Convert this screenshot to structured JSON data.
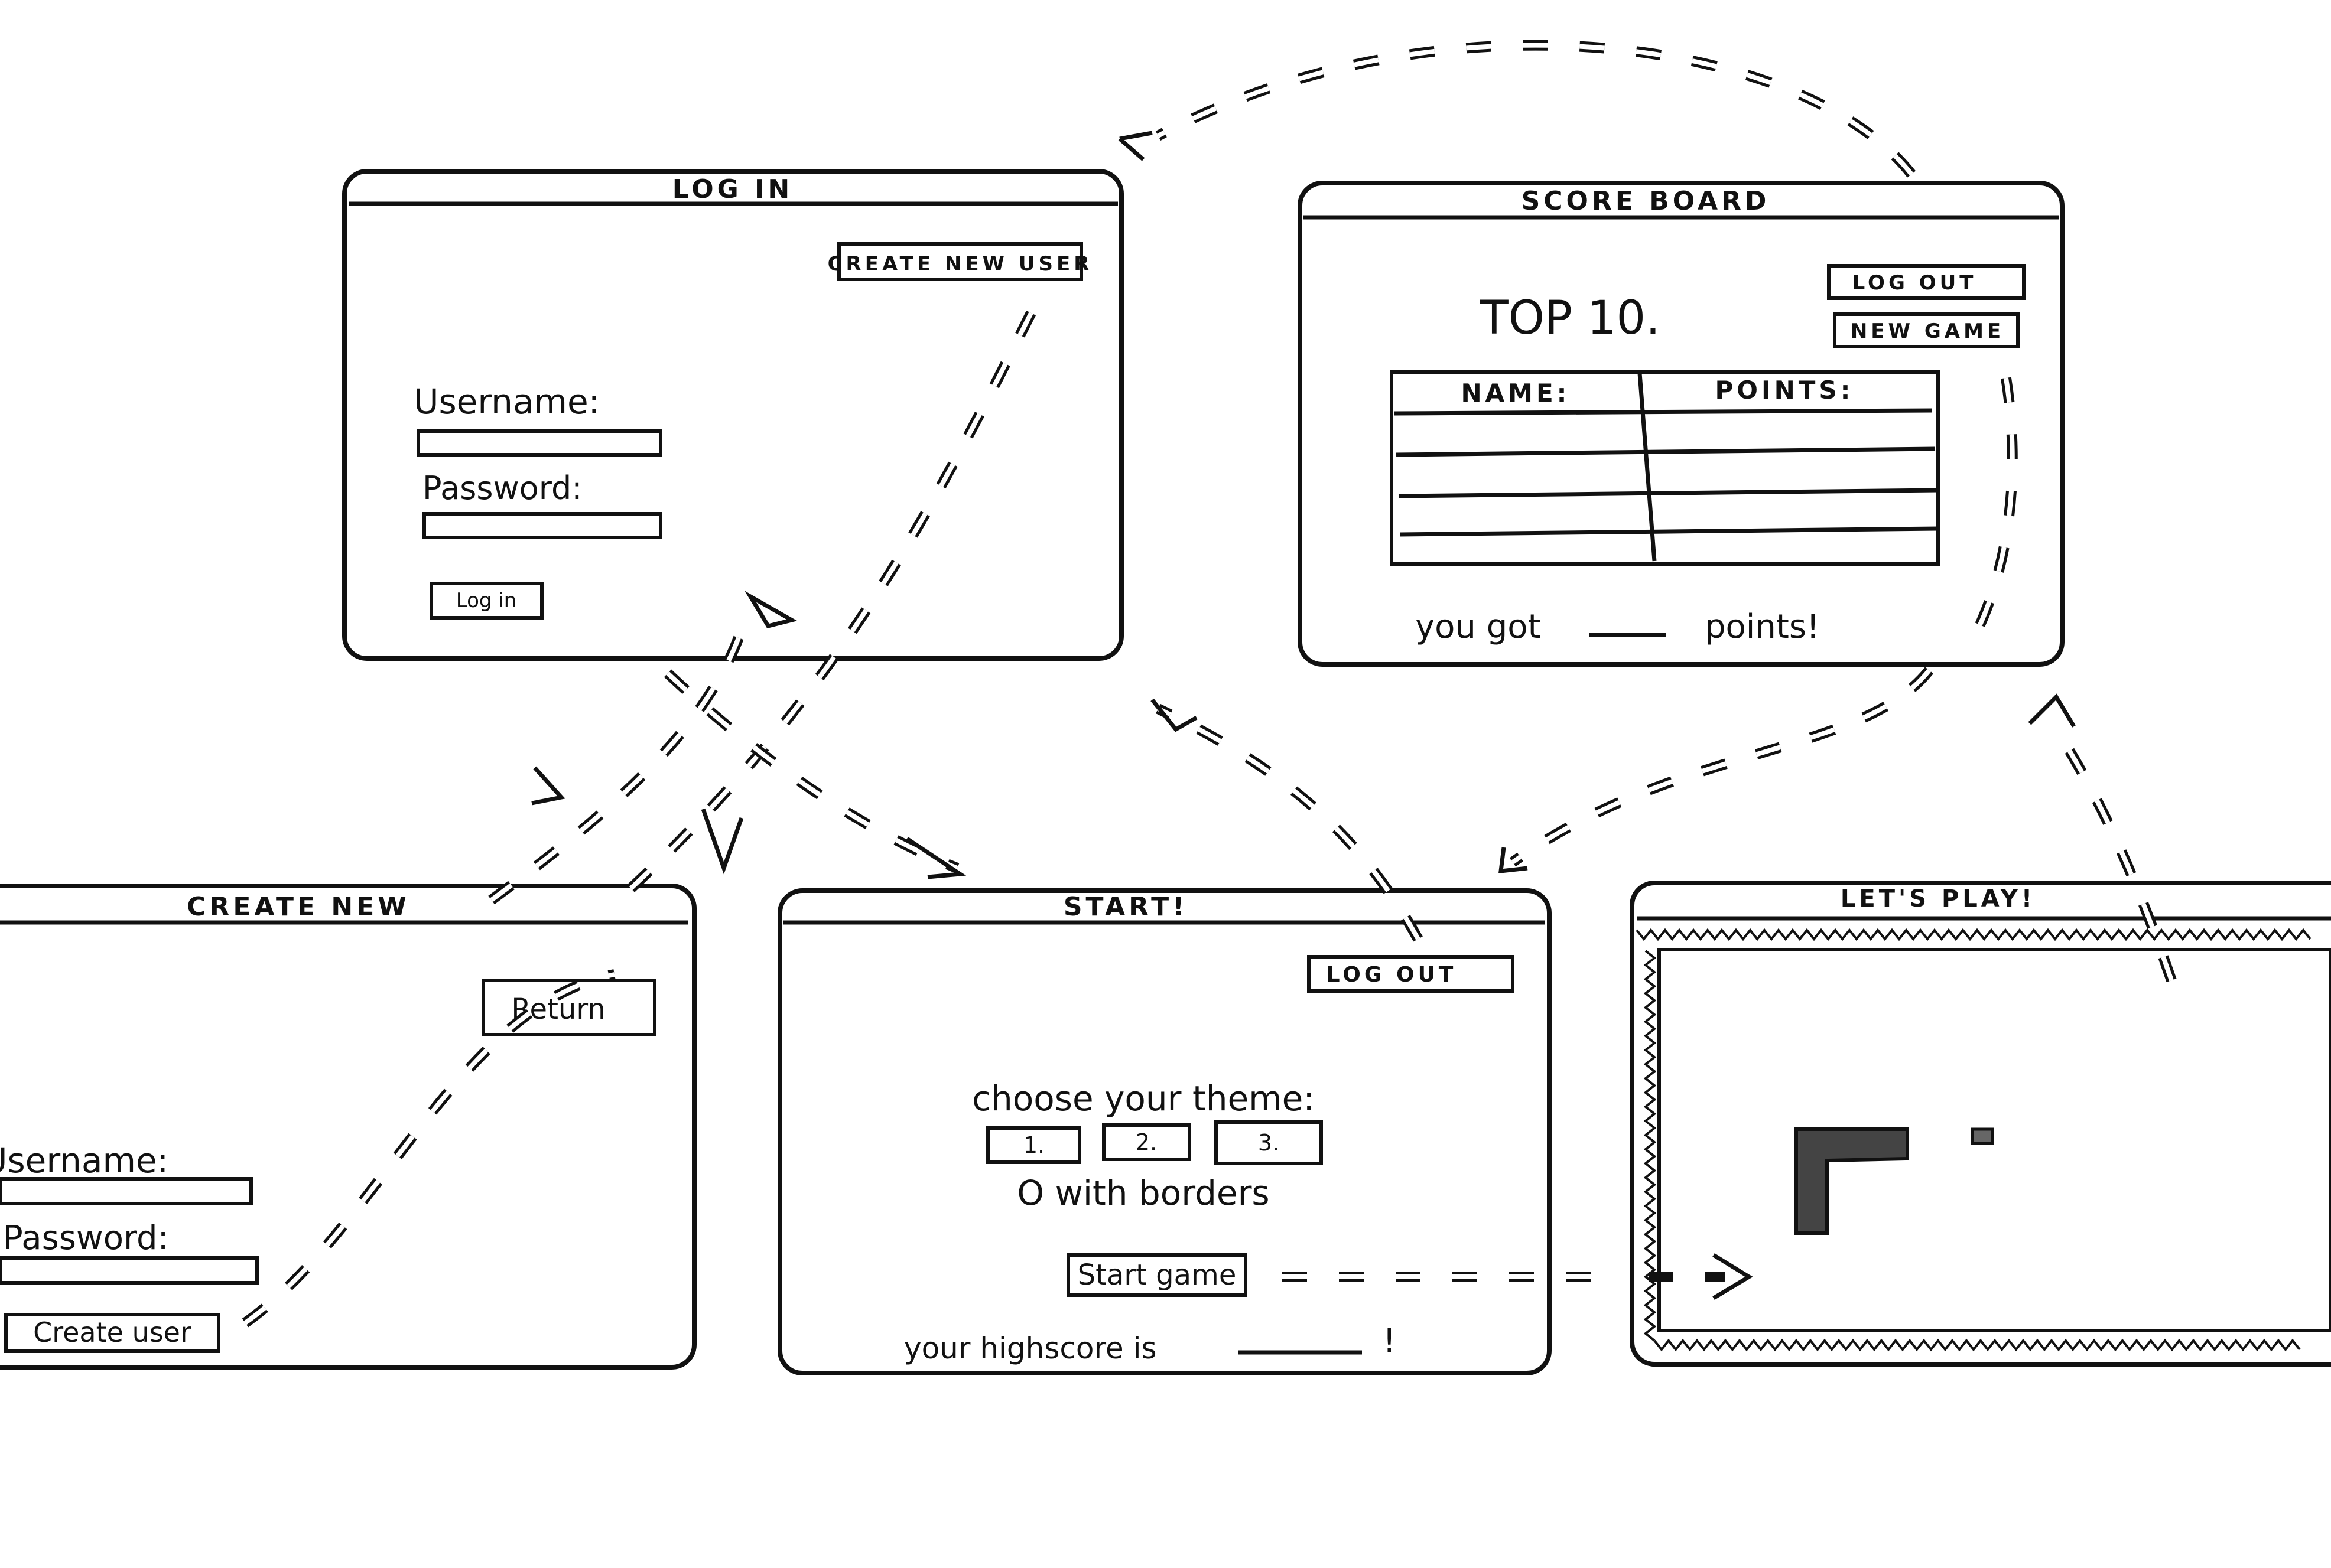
{
  "screens": {
    "login": {
      "title": "LOG IN",
      "create_button": "CREATE NEW USER",
      "username_label": "Username:",
      "password_label": "Password:",
      "login_button": "Log in"
    },
    "scoreboard": {
      "title": "SCORE BOARD",
      "logout_button": "LOG OUT",
      "new_game_button": "NEW GAME",
      "heading": "TOP 10.",
      "col_name": "NAME:",
      "col_points": "POINTS:",
      "footer_prefix": "you got",
      "footer_suffix": "points!"
    },
    "create": {
      "title": "CREATE NEW",
      "return_button": "Return",
      "username_label": "Username:",
      "password_label": "Password:",
      "create_button": "Create user"
    },
    "start": {
      "title": "START!",
      "logout_button": "LOG OUT",
      "theme_label": "choose your theme:",
      "theme_options": [
        "1.",
        "2.",
        "3."
      ],
      "borders_label": "O with borders",
      "start_button": "Start game",
      "highscore_prefix": "your highscore is",
      "highscore_suffix": "!"
    },
    "play": {
      "title": "LET'S PLAY!"
    }
  },
  "colors": {
    "ink": "#111111",
    "paper": "#ffffff"
  }
}
